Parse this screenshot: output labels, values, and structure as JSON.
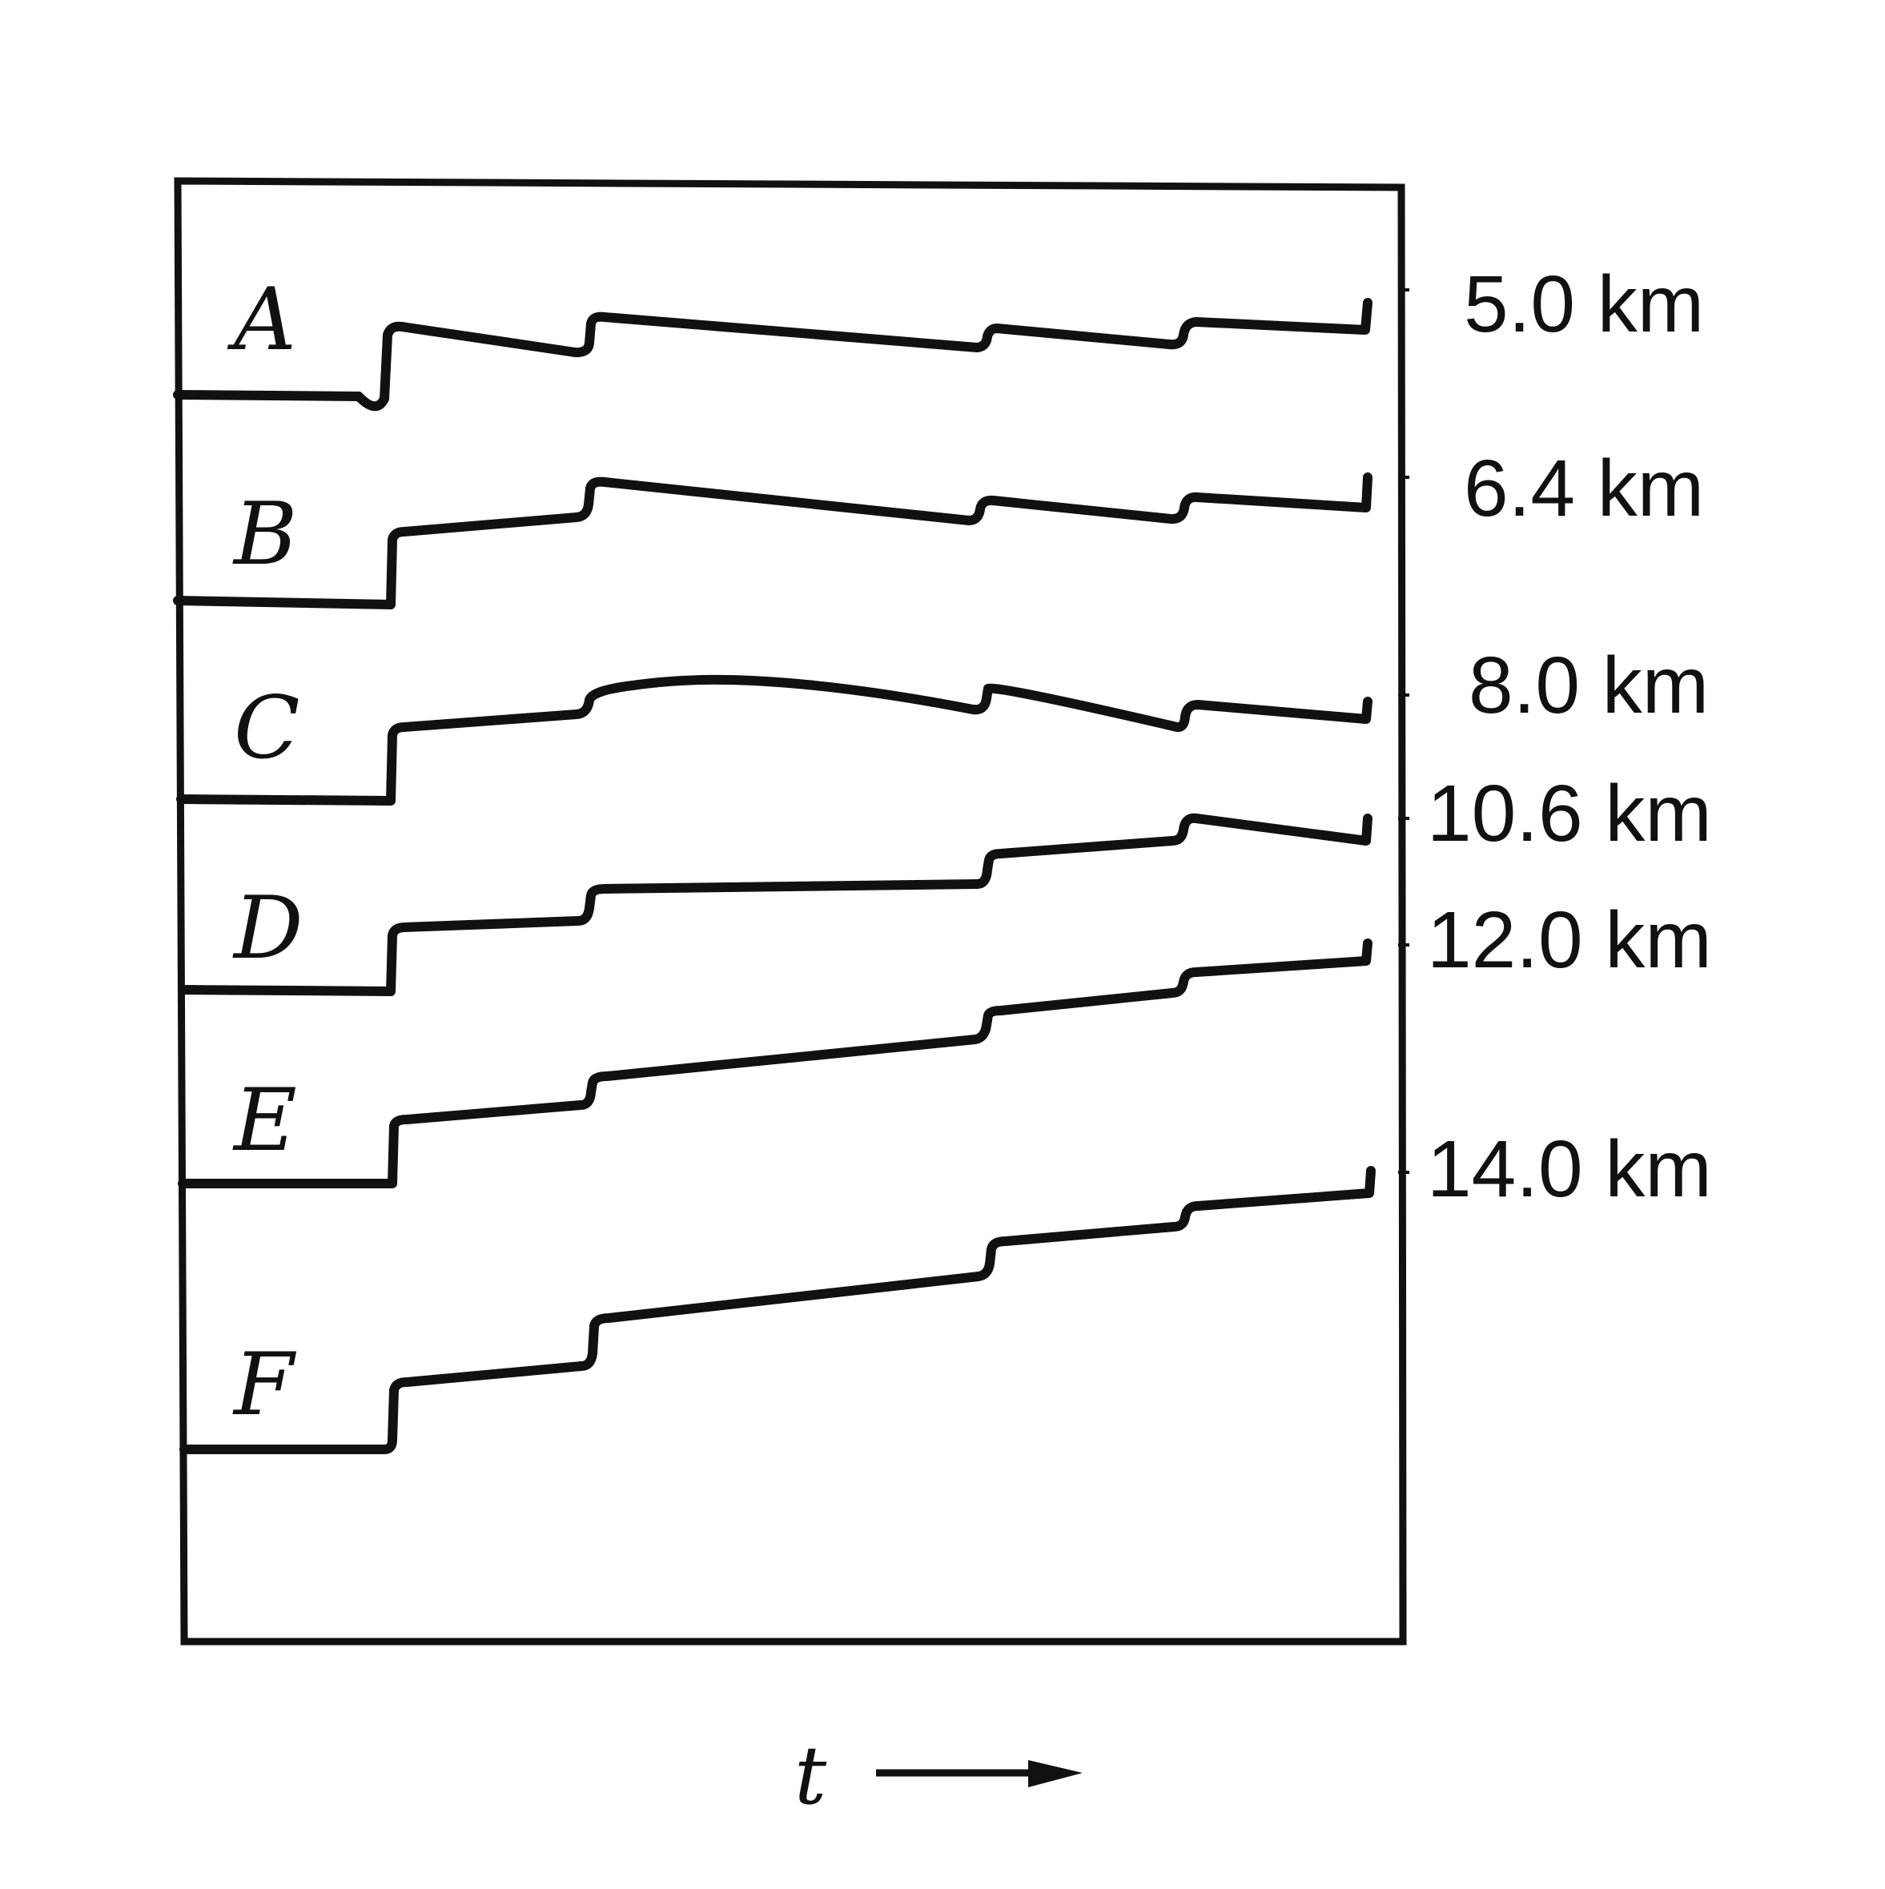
{
  "traces": [
    {
      "id": "A",
      "label": "A",
      "depth_label": "5.0 km"
    },
    {
      "id": "B",
      "label": "B",
      "depth_label": "6.4 km"
    },
    {
      "id": "C",
      "label": "C",
      "depth_label": "8.0 km"
    },
    {
      "id": "D",
      "label": "D",
      "depth_label": "10.6 km"
    },
    {
      "id": "E",
      "label": "E",
      "depth_label": "12.0 km"
    },
    {
      "id": "F",
      "label": "F",
      "depth_label": "14.0 km"
    }
  ],
  "time_axis": {
    "label": "t"
  },
  "colors": {
    "ink": "#111111",
    "background": "#ffffff"
  }
}
